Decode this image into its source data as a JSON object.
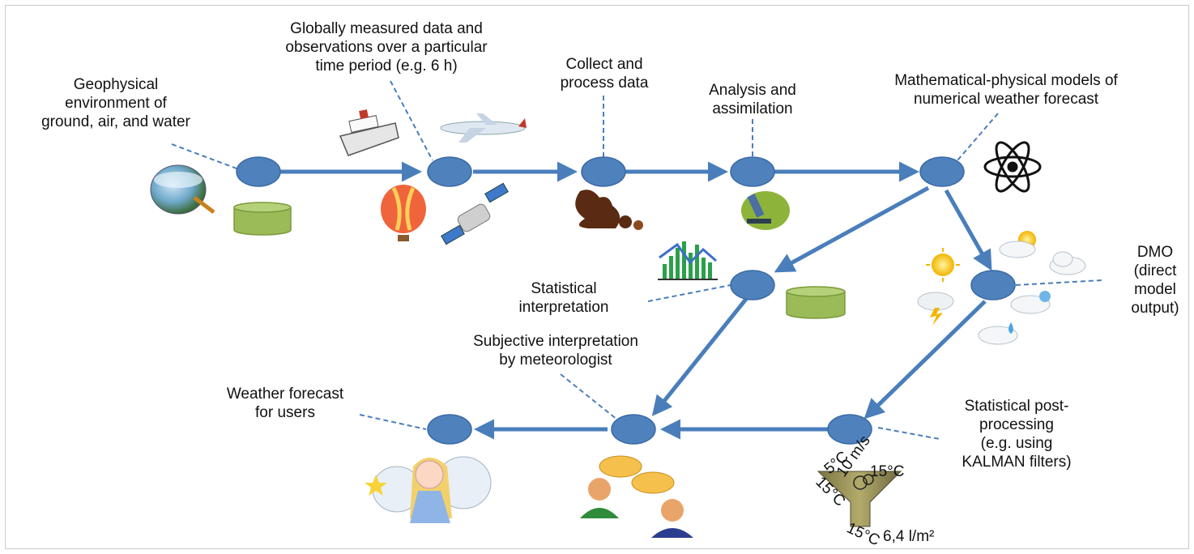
{
  "labels": {
    "geophysical": "Geophysical\nenvironment of\nground, air, and water",
    "globally": "Globally measured data and\nobservations over a particular\ntime period (e.g. 6 h)",
    "collect": "Collect and\nprocess data",
    "analysis": "Analysis and\nassimilation",
    "models": "Mathematical-physical models of\nnumerical weather forecast",
    "dmo": "DMO\n(direct\nmodel\noutput)",
    "statistical": "Statistical\ninterpretation",
    "subjective": "Subjective interpretation\nby meteorologist",
    "forecast": "Weather forecast\nfor users",
    "postprocessing": "Statistical post-\nprocessing\n(e.g. using\nKALMAN filters)"
  },
  "funnel_text": {
    "top_a": "10 m/s",
    "top_b": "15°C",
    "top_c": "5°C",
    "top_d": "15°C",
    "bottom_a": "15°C",
    "bottom_b": "6,4 l/m²"
  },
  "icons": [
    "globe-icon",
    "database-icon",
    "ship-icon",
    "airplane-icon",
    "balloon-icon",
    "satellite-icon",
    "squirrel-icon",
    "microscope-icon",
    "atom-icon",
    "bar-chart-icon",
    "database-icon",
    "sun-icon",
    "sun-cloud-icon",
    "cloud-icon",
    "thunder-cloud-icon",
    "snow-cloud-icon",
    "rain-cloud-icon",
    "fairy-icon",
    "people-talking-icon",
    "funnel-icon"
  ],
  "colors": {
    "node": "#4f81bd",
    "node_stroke": "#3a6aa4",
    "arrow": "#4a7ebb",
    "dash": "#4a7ebb",
    "drum": "#9bbb59",
    "drum_top": "#b5d27a"
  }
}
